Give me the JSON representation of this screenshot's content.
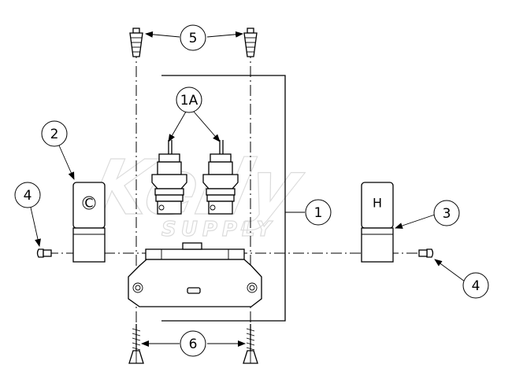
{
  "watermark": {
    "brand": "Kelly",
    "tagline": "SUPPLY"
  },
  "handle_marks": {
    "cold": "C",
    "hot": "H"
  },
  "callouts": [
    {
      "id": "1",
      "label": "1"
    },
    {
      "id": "1A",
      "label": "1A"
    },
    {
      "id": "2",
      "label": "2"
    },
    {
      "id": "3",
      "label": "3"
    },
    {
      "id": "4-left",
      "label": "4"
    },
    {
      "id": "4-right",
      "label": "4"
    },
    {
      "id": "5",
      "label": "5"
    },
    {
      "id": "6",
      "label": "6"
    }
  ],
  "colors": {
    "line": "#000000",
    "background": "#ffffff",
    "watermark": "#d8d8d8"
  }
}
